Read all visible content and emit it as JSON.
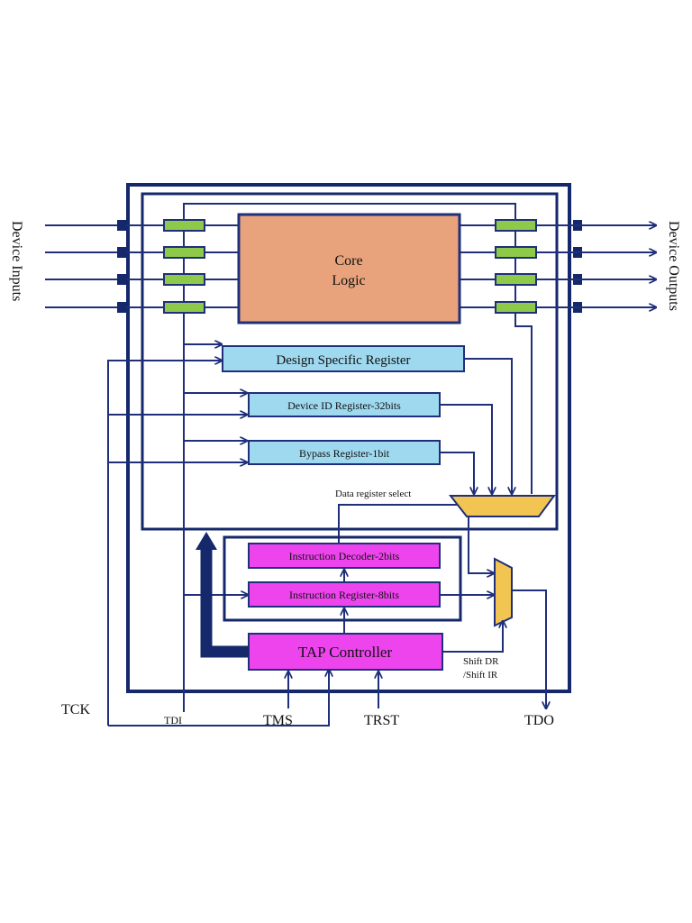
{
  "diagram": {
    "left_label": "Device Inputs",
    "right_label": "Device Outputs",
    "core": {
      "line1": "Core",
      "line2": "Logic"
    },
    "registers": {
      "design_specific": "Design Specific  Register",
      "device_id": "Device ID Register-32bits",
      "bypass": "Bypass Register-1bit"
    },
    "data_register_select": "Data register select",
    "instruction_decoder": "Instruction Decoder-2bits",
    "instruction_register": "Instruction Register-8bits",
    "tap_controller": "TAP Controller",
    "shift_line1": "Shift DR",
    "shift_line2": "/Shift IR",
    "pins": {
      "tck": "TCK",
      "tdi": "TDI",
      "tms": "TMS",
      "trst": "TRST",
      "tdo": "TDO"
    }
  },
  "colors": {
    "wire": "#1f2f7a",
    "boundary_cell": "#8fc94a",
    "register": "#9fd9ef",
    "core_logic": "#e8a37c",
    "instruction_blocks": "#ee44ee",
    "mux": "#f2c451"
  }
}
